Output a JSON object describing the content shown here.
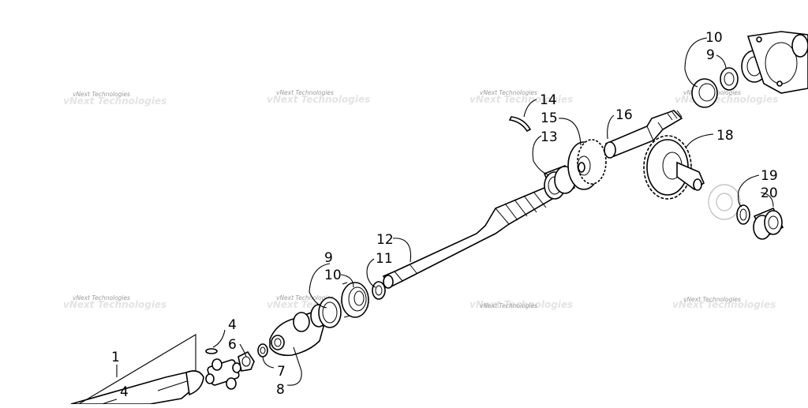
{
  "watermark": "vNext Technologies",
  "callouts": [
    {
      "id": "1",
      "text": "1"
    },
    {
      "id": "4a",
      "text": "4"
    },
    {
      "id": "4b",
      "text": "4"
    },
    {
      "id": "6",
      "text": "6"
    },
    {
      "id": "7",
      "text": "7"
    },
    {
      "id": "8",
      "text": "8"
    },
    {
      "id": "9a",
      "text": "9"
    },
    {
      "id": "10a",
      "text": "10"
    },
    {
      "id": "11",
      "text": "11"
    },
    {
      "id": "12",
      "text": "12"
    },
    {
      "id": "13",
      "text": "13"
    },
    {
      "id": "14",
      "text": "14"
    },
    {
      "id": "15",
      "text": "15"
    },
    {
      "id": "16",
      "text": "16"
    },
    {
      "id": "18",
      "text": "18"
    },
    {
      "id": "19",
      "text": "19"
    },
    {
      "id": "20",
      "text": "20"
    },
    {
      "id": "10b",
      "text": "10"
    },
    {
      "id": "9b",
      "text": "9"
    }
  ]
}
